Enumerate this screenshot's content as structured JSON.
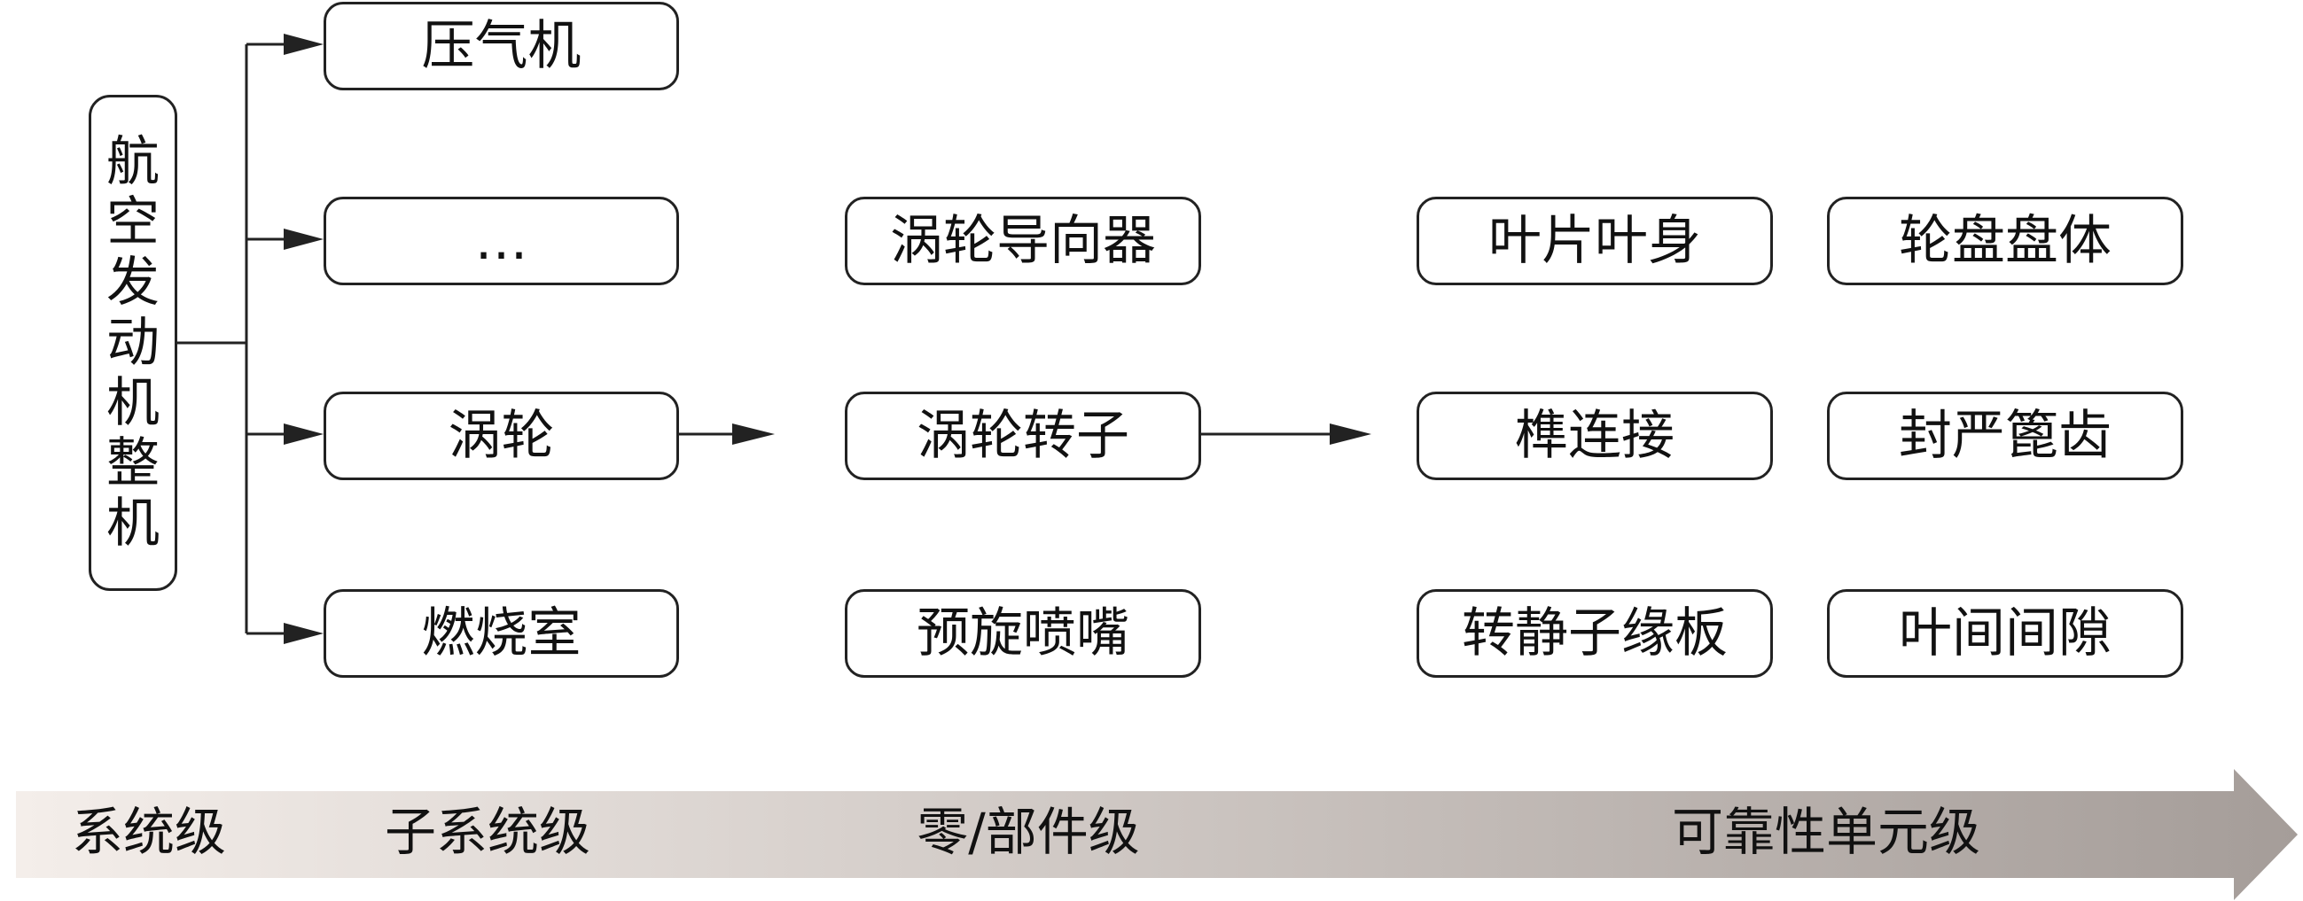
{
  "root": {
    "chars": [
      "航",
      "空",
      "发",
      "动",
      "机",
      "整",
      "机"
    ]
  },
  "subsystems": [
    "压气机",
    "…",
    "涡轮",
    "燃烧室"
  ],
  "components": [
    "涡轮导向器",
    "涡轮转子",
    "预旋喷嘴"
  ],
  "units_left": [
    "叶片叶身",
    "榫连接",
    "转静子缘板"
  ],
  "units_right": [
    "轮盘盘体",
    "封严篦齿",
    "叶间间隙"
  ],
  "levels": [
    "系统级",
    "子系统级",
    "零/部件级",
    "可靠性单元级"
  ],
  "colors": {
    "stroke": "#222222",
    "arrow_light": "#f4eeea",
    "arrow_dark": "#a59d99"
  }
}
